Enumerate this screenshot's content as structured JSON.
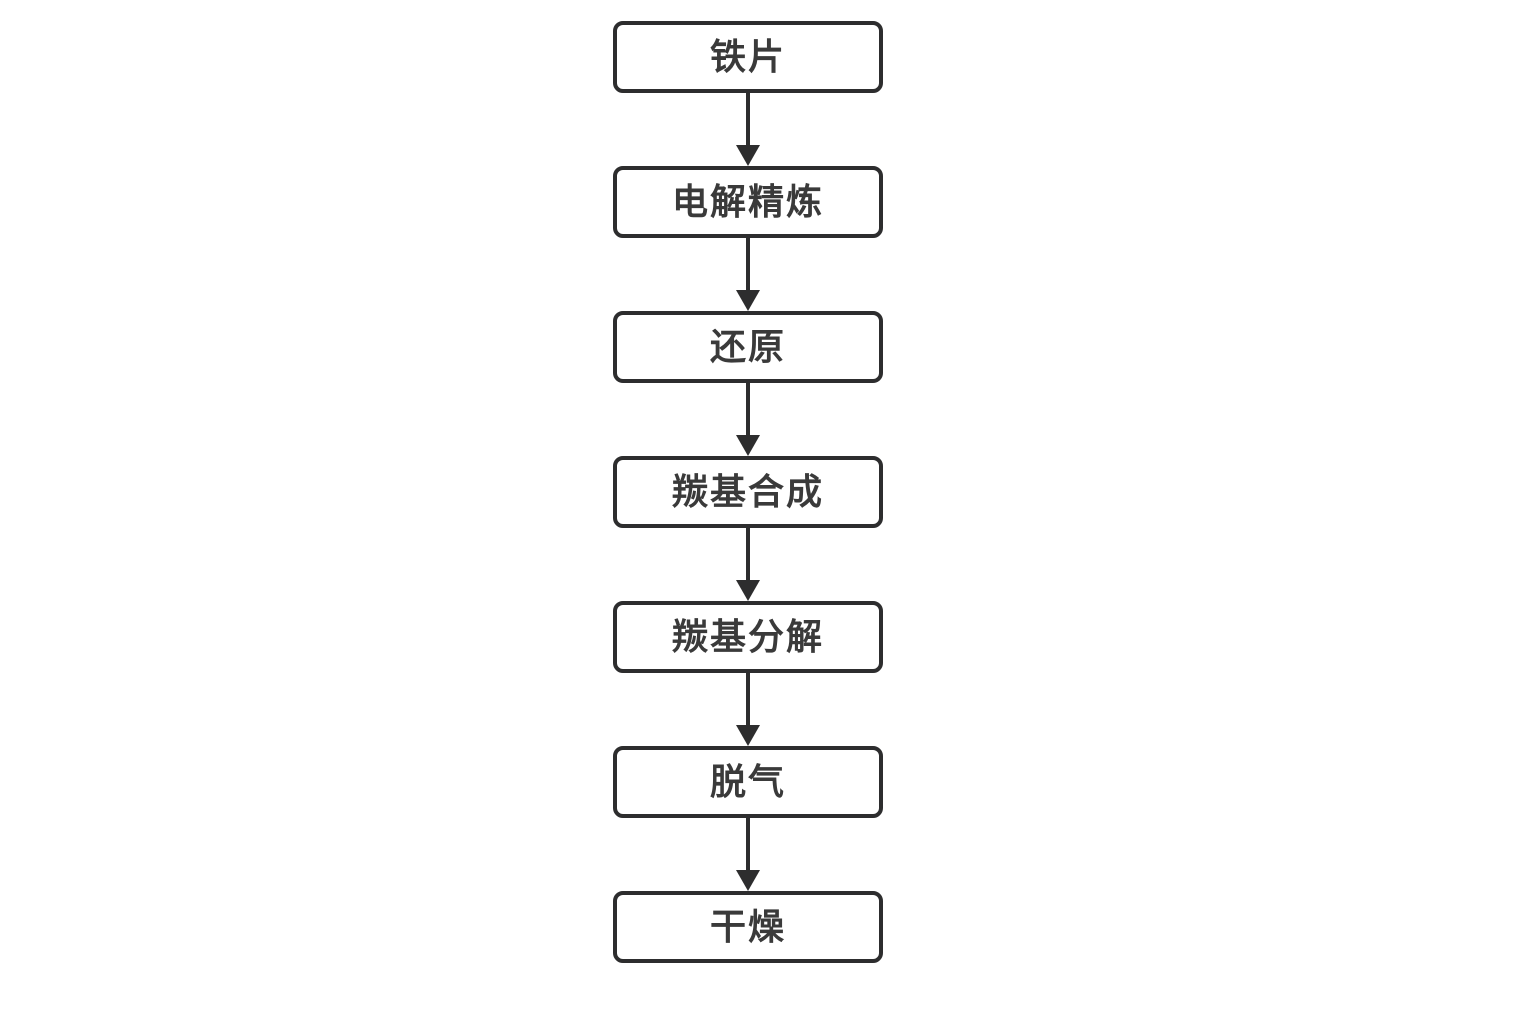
{
  "flowchart": {
    "type": "vertical-process-flow",
    "nodes": [
      {
        "label": "铁片"
      },
      {
        "label": "电解精炼"
      },
      {
        "label": "还原"
      },
      {
        "label": "羰基合成"
      },
      {
        "label": "羰基分解"
      },
      {
        "label": "脱气"
      },
      {
        "label": "干燥"
      }
    ],
    "connector": "solid-down-arrow",
    "colors": {
      "box_border": "#2d2d2e",
      "box_fill": "#ffffff",
      "text": "#3a3a3a",
      "arrow": "#2d2d2e",
      "background": "#ffffff"
    }
  }
}
